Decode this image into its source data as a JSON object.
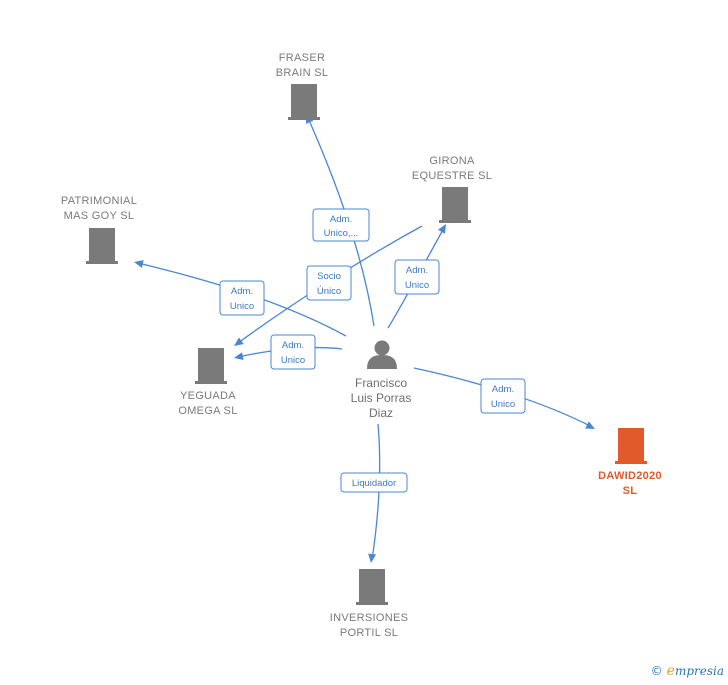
{
  "colors": {
    "edge": "#4a86d6",
    "node": "#7a7a7a",
    "focus": "#e05a2b",
    "person": "#7a7a7a"
  },
  "person": {
    "lines": [
      "Francisco",
      "Luis Porras",
      "Diaz"
    ],
    "icon": "person-icon"
  },
  "nodes": [
    {
      "id": "fraser",
      "lines": [
        "FRASER",
        "BRAIN SL"
      ],
      "focus": false,
      "icon": "building-icon"
    },
    {
      "id": "girona",
      "lines": [
        "GIRONA",
        "EQUESTRE SL"
      ],
      "focus": false,
      "icon": "building-icon"
    },
    {
      "id": "patrimonial",
      "lines": [
        "PATRIMONIAL",
        "MAS GOY SL"
      ],
      "focus": false,
      "icon": "building-icon"
    },
    {
      "id": "yeguada",
      "lines": [
        "YEGUADA",
        "OMEGA SL"
      ],
      "focus": false,
      "icon": "building-icon"
    },
    {
      "id": "dawid",
      "lines": [
        "DAWID2020",
        "SL"
      ],
      "focus": true,
      "icon": "building-icon"
    },
    {
      "id": "inversiones",
      "lines": [
        "INVERSIONES",
        "PORTIL SL"
      ],
      "focus": false,
      "icon": "building-icon"
    }
  ],
  "edges": [
    {
      "id": "e-fraser",
      "target": "fraser",
      "lines": [
        "Adm.",
        "Unico,..."
      ]
    },
    {
      "id": "e-girona",
      "target": "girona",
      "lines": [
        "Adm.",
        "Unico"
      ]
    },
    {
      "id": "e-patrimonial",
      "target": "patrimonial",
      "lines": [
        "Adm.",
        "Unico"
      ]
    },
    {
      "id": "e-yeguada-adm",
      "target": "yeguada",
      "lines": [
        "Adm.",
        "Unico"
      ]
    },
    {
      "id": "e-yeguada-socio",
      "target": "yeguada",
      "lines": [
        "Socio",
        "Único"
      ]
    },
    {
      "id": "e-dawid",
      "target": "dawid",
      "lines": [
        "Adm.",
        "Unico"
      ]
    },
    {
      "id": "e-inversiones",
      "target": "inversiones",
      "lines": [
        "Liquidador"
      ]
    }
  ],
  "footer": {
    "copyright": "©",
    "brand_initial": "e",
    "brand_rest": "mpresia"
  }
}
